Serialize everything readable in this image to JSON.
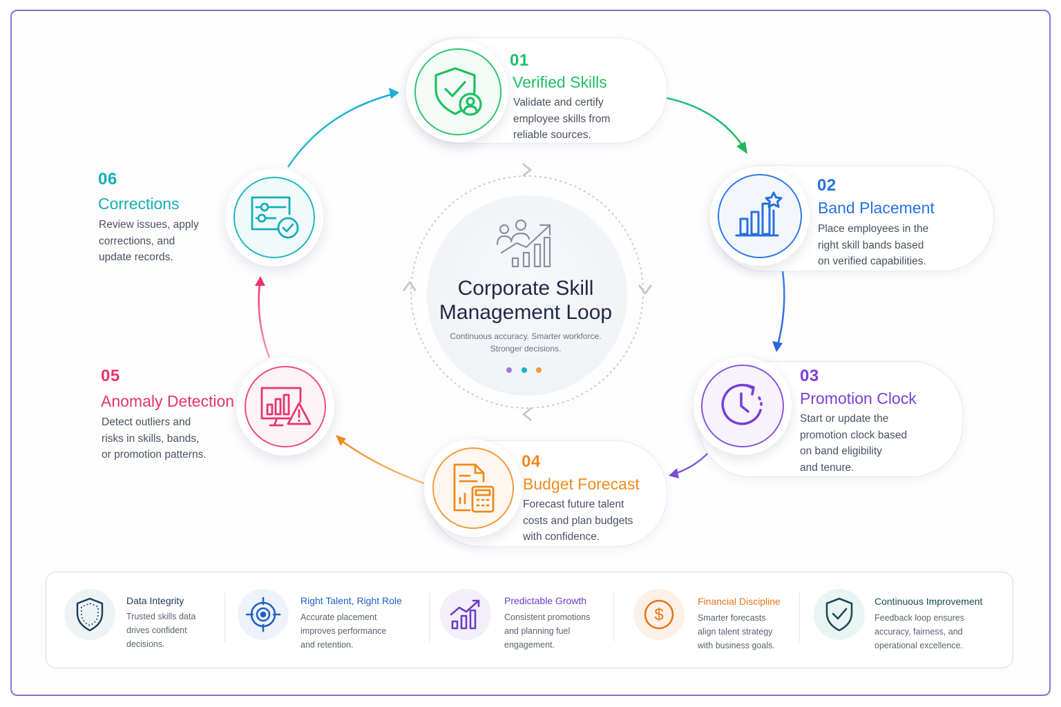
{
  "center": {
    "title_line1": "Corporate Skill",
    "title_line2": "Management Loop",
    "subtitle_line1": "Continuous accuracy. Smarter workforce.",
    "subtitle_line2": "Stronger decisions.",
    "icon": "people-growth-chart-icon",
    "dot_colors": [
      "#9b7bd8",
      "#19b3cc",
      "#f29a33"
    ]
  },
  "steps": [
    {
      "number": "01",
      "title": "Verified Skills",
      "desc1": "Validate and certify",
      "desc2": "employee skills from",
      "desc3": "reliable sources.",
      "desc4": "",
      "color": "#1fbf63",
      "icon": "shield-user-check-icon"
    },
    {
      "number": "02",
      "title": "Band Placement",
      "desc1": "Place employees in the",
      "desc2": "right skill bands based",
      "desc3": "on verified capabilities.",
      "desc4": "",
      "color": "#2670e0",
      "icon": "bar-chart-star-icon"
    },
    {
      "number": "03",
      "title": "Promotion Clock",
      "desc1": "Start or update the",
      "desc2": "promotion clock based",
      "desc3": "on band eligibility",
      "desc4": "and tenure.",
      "color": "#7a3fd6",
      "icon": "clock-refresh-icon"
    },
    {
      "number": "04",
      "title": "Budget Forecast",
      "desc1": "Forecast future talent",
      "desc2": "costs and plan budgets",
      "desc3": "with confidence.",
      "desc4": "",
      "color": "#f08a1c",
      "icon": "document-calculator-icon"
    },
    {
      "number": "05",
      "title": "Anomaly Detection",
      "desc1": "Detect outliers and",
      "desc2": "risks in skills, bands,",
      "desc3": "or promotion patterns.",
      "desc4": "",
      "color": "#e8336f",
      "icon": "monitor-warning-icon"
    },
    {
      "number": "06",
      "title": "Corrections",
      "desc1": "Review issues, apply",
      "desc2": "corrections, and",
      "desc3": "update records.",
      "desc4": "",
      "color": "#14aeb5",
      "icon": "settings-sliders-check-icon"
    }
  ],
  "benefits": [
    {
      "title": "Data Integrity",
      "desc1": "Trusted skills data",
      "desc2": "drives confident",
      "desc3": "decisions.",
      "color": "#1a3a5c",
      "icon": "shield-icon"
    },
    {
      "title": "Right Talent, Right Role",
      "desc1": "Accurate placement",
      "desc2": "improves performance",
      "desc3": "and retention.",
      "color": "#1f5fc4",
      "icon": "target-icon"
    },
    {
      "title": "Predictable Growth",
      "desc1": "Consistent promotions",
      "desc2": "and planning fuel",
      "desc3": "engagement.",
      "color": "#6a3bc7",
      "icon": "growth-chart-icon"
    },
    {
      "title": "Financial Discipline",
      "desc1": "Smarter forecasts",
      "desc2": "align talent strategy",
      "desc3": "with business goals.",
      "color": "#e8751a",
      "icon": "dollar-coin-icon"
    },
    {
      "title": "Continuous Improvement",
      "desc1": "Feedback loop ensures",
      "desc2": "accuracy, fairness, and",
      "desc3": "operational excellence.",
      "color": "#1a4a55",
      "icon": "shield-check-icon"
    }
  ]
}
